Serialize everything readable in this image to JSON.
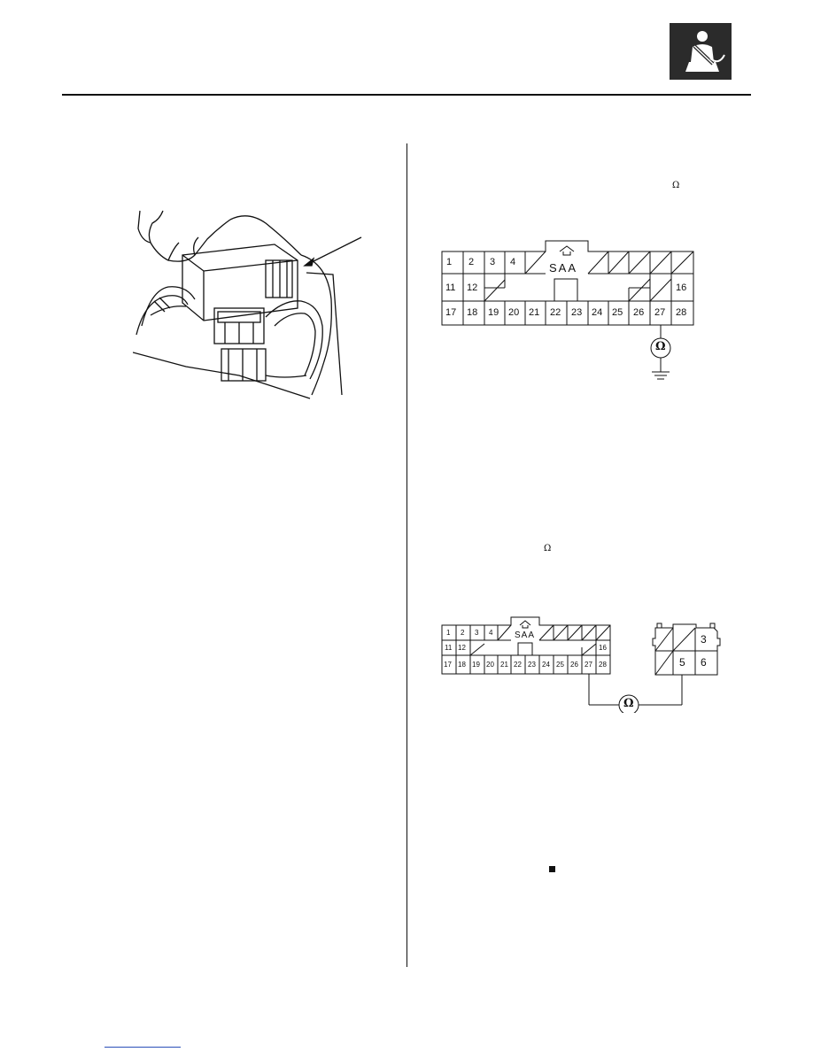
{
  "header": {
    "badge_icon": "seat-belt-icon"
  },
  "illustration": {
    "icon": "airbag-module-connector-illustration"
  },
  "symbols": {
    "ohm_1": "Ω",
    "ohm_2": "Ω"
  },
  "diagram1": {
    "connector_label": "SAA",
    "row1": [
      "1",
      "2",
      "3",
      "4"
    ],
    "row2": [
      "11",
      "12",
      "16"
    ],
    "row3": [
      "17",
      "18",
      "19",
      "20",
      "21",
      "22",
      "23",
      "24",
      "25",
      "26",
      "27",
      "28"
    ],
    "meter_symbol": "Ω"
  },
  "diagram2": {
    "connector_label": "SAA",
    "row1": [
      "1",
      "2",
      "3",
      "4"
    ],
    "row2": [
      "11",
      "12",
      "16"
    ],
    "row3": [
      "17",
      "18",
      "19",
      "20",
      "21",
      "22",
      "23",
      "24",
      "25",
      "26",
      "27",
      "28"
    ],
    "meter_symbol": "Ω",
    "small_connector": [
      "3",
      "5",
      "6"
    ]
  },
  "colors": {
    "badge": "#2b2b2b",
    "link": "#2a4fb8"
  }
}
